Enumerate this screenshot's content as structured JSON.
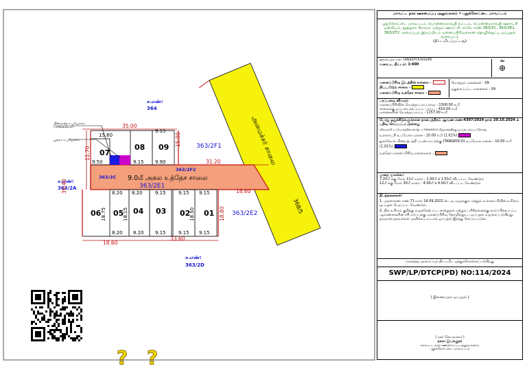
{
  "colors": {
    "road": "#f4a07c",
    "highway": "#f6f20c",
    "boundary": "#d01010",
    "survey": "#1515d0",
    "magenta": "#cc00cc",
    "blue": "#1a1ae0",
    "orange": "#f4a07c"
  },
  "survey": {
    "s364_label": "ச.எண்:",
    "s364_num": "364",
    "s363_2a_label": "ச.எண்:",
    "s363_2a_num": "363/2A",
    "s363_2d_label": "ச.எண்:",
    "s363_2d_num": "363/2D",
    "s363_2f1": "363/2F1",
    "s363_2f2": "363/2F2",
    "s363_2c": "363/2C",
    "s363_2e1": "363/2E1",
    "s363_2e2": "363/2E2"
  },
  "road": {
    "label": "9.0மீ அகல உத்தேச சாலை",
    "highway_label": "அமைச்சர் சாலை",
    "highway_label2": "368/5"
  },
  "legend_left": {
    "item1": "மின்மாற்ற உபயோகம்",
    "item1b": "(TANGEDCO)",
    "item2": "பூங்கா உபயோகம்"
  },
  "plots": [
    {
      "no": "07"
    },
    {
      "no": "08"
    },
    {
      "no": "09"
    },
    {
      "no": "06"
    },
    {
      "no": "05"
    },
    {
      "no": "04"
    },
    {
      "no": "03"
    },
    {
      "no": "02"
    },
    {
      "no": "01"
    }
  ],
  "dims": {
    "d1560": "15.60",
    "d3500": "35.00",
    "d915a": "9.15",
    "d1500": "15.00",
    "d1170": "11.70",
    "d950": "9.50",
    "d915b": "9.15",
    "d990": "9.90",
    "d3120": "31.20",
    "d3940": "39.40",
    "d820a": "8.20",
    "d820b": "8.20",
    "d915c": "9.15",
    "d915d": "9.15",
    "d915e": "9.15",
    "d1860a": "18.60",
    "d1875": "18.75",
    "d1815": "18.15",
    "d1850": "18.50",
    "d1880": "18.80",
    "d820c": "8.20",
    "d820d": "8.20",
    "d915f": "9.15",
    "d915g": "9.15",
    "d915h": "9.15",
    "d1860b": "18.60",
    "d3360": "33.60"
  },
  "panel": {
    "header": "மாவட்ட நகர ஊரமைப்பு அலுவலகம் • புதுக்கோட்டை மாவட்டம்",
    "desc": "புதுக்கோட்டை மாவட்டம், பொன்னமராவதி வட்டம், பொன்னமராவதி ஊராட்சி ஒன்றியம், தூத்துகா கிராமம் மற்றும் ஊராட்சி, சர்வே எண்:363/2C, 363/2E1, 363/2F2 அமைப்பும் இருப்பிடம் மனைப்பிரிவுக்கான தொழில்நுட்ப ஒப்புதல் வரைபடம்",
    "desc_sub": "(திட்டமிடப்பட்டது)",
    "ref": "இணையதள எண்: 1WEB/DTCP/2024/PD",
    "scale": "வரைபட திட்டம்: 1:400",
    "north": "வ",
    "lg1": "மனைப்பிரிவு இடத்தின் எல்லை -",
    "lg2": "திட்டமிடும் சாலை -",
    "lg3": "மனைப்பிரிவு உத்தேச சாலை -",
    "cnt1": "மொத்தம் மனைகள் - 09",
    "cnt2": "ஒதுக்கப்பட்ட மனைகள் - 09",
    "area_title": "பரப்பளவு விவரம்",
    "a1": "மனைப்பிரிவின் மொத்தப்பரப்பளவு - 1500.00 ச.மீ",
    "a2": "சாலைக்கு ஒப்படைக்கப்பட்ட பரப்பு - 410.00 ச.மீ",
    "a3": "மனைகளின் மொத்தப்பரப்பு - 1157.00 ச.மீ",
    "note1": "பொது ஒதுக்கீடுகளுக்கான தானபத்திரம் ஆவண எண்:4307/2024 நாள் 20.10.2024 ல் பதிவு செய்யப்பட்டுள்ளது",
    "note1b": "மின்மாற்றி உபயோகத்திற்கான இடம் TANGEDCO நிறுவனத்திற்கு ஒப்படைக்கப்பட்டுள்ளது",
    "p1": "உள்ளாட்சி உபயோக மனை - 10.00 ச.மீ (1.01%)",
    "p2": "நுகர்வோர் மின்உற்பத்தி பயன்பாட்டுக்கு (TANGEDCO) உபயோக மனை - 10.00 ச.மீ (1.01%)",
    "p3": "உத்தேச மனைப்பிரிவு எல்லைகள் -",
    "fsi_title": "முறை மூலக்கூ:",
    "fsi1": "7.20மீ க்கு மேல் 12மீ வரை - 1.50மீ x 1.50மீ விடப்பட வேண்டும்",
    "fsi2": "12மீ க்கு மேல் 30மீ வரை - 4.00மீ x 4.00மீ விடப்பட வேண்டும்",
    "cond_title": "நிபந்தனைகள்:",
    "c1": "1. அரசாணை எண் 71 நாள் 16.09.2022 ன் படி வழங்கும் மற்றும் உள்ளாட்சியின் உரிமை ஒப்புதல் பெறப்பட வேண்டும்.",
    "c2": "2. நில உரிமம் குறித்து வழக்கேற்பட்ட சான்றுகள் மற்றும் பரிசீலனைக்கு சமர்ப்பிக்கப்பட்ட ஆவணங்களின் சரிபார்ப்புக்கு மனைப்பிரிவு தொழில்நுட்ப ஒப்புதல் வழங்கப்படுகிறது. தவறான தகவல்கள் அளிக்கப்பட்டால் ஒப்புதல் இரத்து செய்யப்படும்.",
    "sign_note": "மனைத்த அமைப்பும் திட்டமிட ஒத்துக்கொள்ளப்படுகிறது",
    "approval": "SWP/LP/DTCP(PD) NO:114/2024",
    "sig1": "( இணையதள ஒப்புதல் )",
    "sig2": "( நகர் செயலாளர் )",
    "sig2b": "நகரா இயக்குநர்",
    "sig2c": "மாவட்ட நகர ஊரமைப்பு அலுவலகம்,",
    "sig2d": "புதுக்கோட்டை மாவட்டம்"
  },
  "question_marks": [
    "?",
    "?"
  ]
}
